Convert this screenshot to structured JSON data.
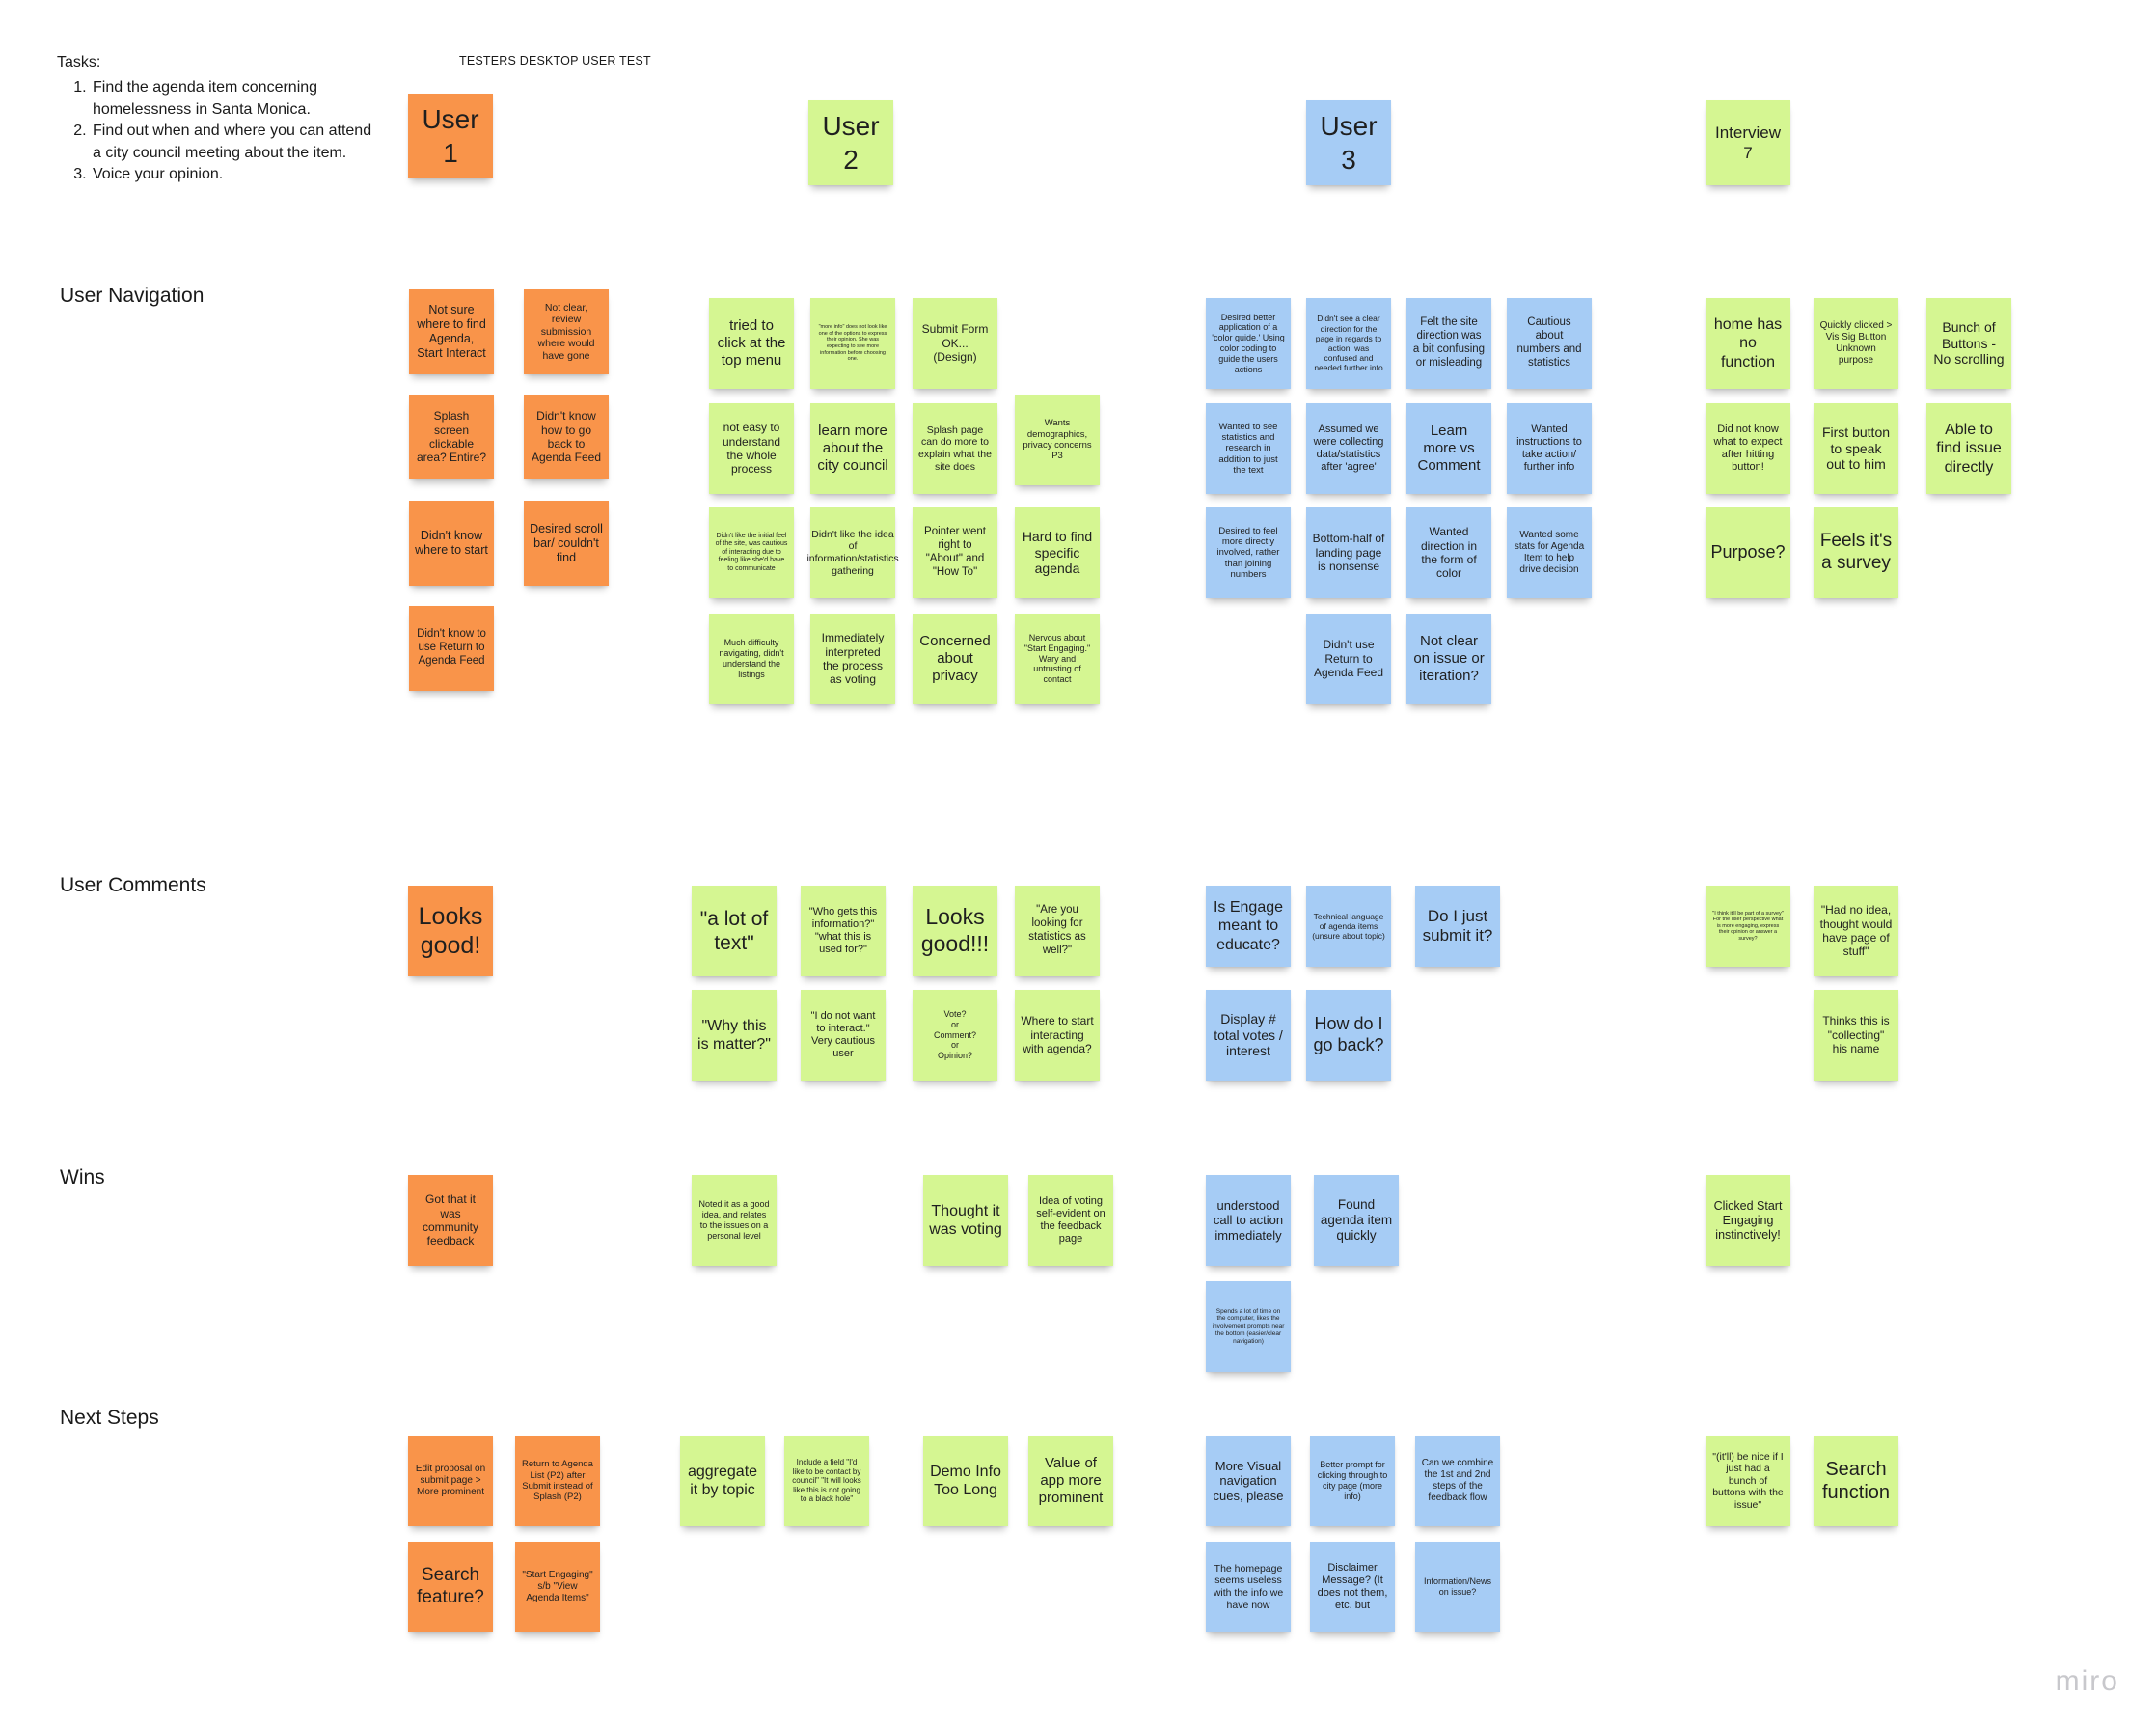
{
  "board": {
    "tasks_heading": "Tasks:",
    "tasks": [
      "Find the agenda item concerning homelessness in Santa Monica.",
      "Find out when and where you can attend a city council meeting about the item.",
      "Voice your opinion."
    ],
    "title": "TESTERS DESKTOP USER TEST",
    "logo": "miro"
  },
  "sections": {
    "navigation": "User Navigation",
    "comments": "User Comments",
    "wins": "Wins",
    "next_steps": "Next Steps"
  },
  "colors": {
    "orange": "#f9944a",
    "green": "#d5f692",
    "blue": "#a6ccf5"
  },
  "notes": [
    {
      "text": "User\n1",
      "color": "orange"
    },
    {
      "text": "User\n2",
      "color": "green"
    },
    {
      "text": "User\n3",
      "color": "blue"
    },
    {
      "text": "Interview\n7",
      "color": "green"
    },
    {
      "text": "Not sure where to find Agenda, Start Interact",
      "color": "orange"
    },
    {
      "text": "Not clear, review submission where would have gone",
      "color": "orange"
    },
    {
      "text": "Splash screen clickable area? Entire?",
      "color": "orange"
    },
    {
      "text": "Didn't know how to go back to Agenda Feed",
      "color": "orange"
    },
    {
      "text": "Didn't know where to start",
      "color": "orange"
    },
    {
      "text": "Desired scroll bar/ couldn't find",
      "color": "orange"
    },
    {
      "text": "Didn't know to use Return to Agenda Feed",
      "color": "orange"
    },
    {
      "text": "tried to click at the top menu",
      "color": "green"
    },
    {
      "text": "\"more info\" does not look like one of the options to express their opinion. She was expecting to see more information before choosing one.",
      "color": "green"
    },
    {
      "text": "Submit Form OK... (Design)",
      "color": "green"
    },
    {
      "text": "not easy to understand the whole process",
      "color": "green"
    },
    {
      "text": "learn more about the city council",
      "color": "green"
    },
    {
      "text": "Splash page can do more to explain what the site does",
      "color": "green"
    },
    {
      "text": "Wants demographics, privacy concerns P3",
      "color": "green"
    },
    {
      "text": "Didn't like the initial feel of the site, was cautious of interacting due to feeling like she'd have to communicate",
      "color": "green"
    },
    {
      "text": "Didn't like the idea of information/statistics gathering",
      "color": "green"
    },
    {
      "text": "Pointer went right to \"About\" and \"How To\"",
      "color": "green"
    },
    {
      "text": "Hard to find specific agenda",
      "color": "green"
    },
    {
      "text": "Much difficulty navigating, didn't understand the listings",
      "color": "green"
    },
    {
      "text": "Immediately interpreted the process as voting",
      "color": "green"
    },
    {
      "text": "Concerned about privacy",
      "color": "green"
    },
    {
      "text": "Nervous about \"Start Engaging.\" Wary and untrusting of contact",
      "color": "green"
    },
    {
      "text": "Desired better application of a 'color guide.' Using color coding to guide the users actions",
      "color": "blue"
    },
    {
      "text": "Didn't see a clear direction for the page in regards to action, was confused and needed further info",
      "color": "blue"
    },
    {
      "text": "Felt the site direction was a bit confusing or misleading",
      "color": "blue"
    },
    {
      "text": "Cautious about numbers and statistics",
      "color": "blue"
    },
    {
      "text": "Wanted to see statistics and research in addition to just the text",
      "color": "blue"
    },
    {
      "text": "Assumed we were collecting data/statistics after 'agree'",
      "color": "blue"
    },
    {
      "text": "Learn more vs Comment",
      "color": "blue"
    },
    {
      "text": "Wanted instructions to take action/ further info",
      "color": "blue"
    },
    {
      "text": "Desired to feel more directly involved, rather than joining numbers",
      "color": "blue"
    },
    {
      "text": "Bottom-half of landing page is nonsense",
      "color": "blue"
    },
    {
      "text": "Wanted direction in the form of color",
      "color": "blue"
    },
    {
      "text": "Wanted some stats for Agenda Item to help drive decision",
      "color": "blue"
    },
    {
      "text": "Didn't use Return to Agenda Feed",
      "color": "blue"
    },
    {
      "text": "Not clear on issue or iteration?",
      "color": "blue"
    },
    {
      "text": "home has no function",
      "color": "green"
    },
    {
      "text": "Quickly clicked > Vis Sig Button Unknown purpose",
      "color": "green"
    },
    {
      "text": "Bunch of Buttons - No scrolling",
      "color": "green"
    },
    {
      "text": "Did not know what to expect after hitting button!",
      "color": "green"
    },
    {
      "text": "First button to speak out to him",
      "color": "green"
    },
    {
      "text": "Able to find issue directly",
      "color": "green"
    },
    {
      "text": "Purpose?",
      "color": "green"
    },
    {
      "text": "Feels it's a survey",
      "color": "green"
    },
    {
      "text": "Looks good!",
      "color": "orange"
    },
    {
      "text": "\"a lot of text\"",
      "color": "green"
    },
    {
      "text": "\"Who gets this information?\" \"what this is used for?\"",
      "color": "green"
    },
    {
      "text": "Looks good!!!",
      "color": "green"
    },
    {
      "text": "\"Are you looking for statistics as well?\"",
      "color": "green"
    },
    {
      "text": "\"Why this is matter?\"",
      "color": "green"
    },
    {
      "text": "\"I do not want to interact.\" Very cautious user",
      "color": "green"
    },
    {
      "text": "Vote?\nor\nComment?\nor\nOpinion?",
      "color": "green"
    },
    {
      "text": "Where to start interacting with agenda?",
      "color": "green"
    },
    {
      "text": "Is Engage meant to educate?",
      "color": "blue"
    },
    {
      "text": "Technical language of agenda items (unsure about topic)",
      "color": "blue"
    },
    {
      "text": "Do I just submit it?",
      "color": "blue"
    },
    {
      "text": "Display # total votes / interest",
      "color": "blue"
    },
    {
      "text": "How do I go back?",
      "color": "blue"
    },
    {
      "text": "\"I think it'll be part of a survey\" For the user perspective what is more engaging, express their opinion or answer a survey?",
      "color": "green"
    },
    {
      "text": "\"Had no idea, thought would have page of stuff\"",
      "color": "green"
    },
    {
      "text": "Thinks this is \"collecting\" his name",
      "color": "green"
    },
    {
      "text": "Got that it was community feedback",
      "color": "orange"
    },
    {
      "text": "Noted it as a good idea, and relates to the issues on a personal level",
      "color": "green"
    },
    {
      "text": "Thought it was voting",
      "color": "green"
    },
    {
      "text": "Idea of voting self-evident on the feedback page",
      "color": "green"
    },
    {
      "text": "understood call to action immediately",
      "color": "blue"
    },
    {
      "text": "Found agenda item quickly",
      "color": "blue"
    },
    {
      "text": "Spends a lot of time on the computer, likes the involvement prompts near the bottom (easier/clear navigation)",
      "color": "blue"
    },
    {
      "text": "Clicked Start Engaging instinctively!",
      "color": "green"
    },
    {
      "text": "Edit proposal on submit page > More prominent",
      "color": "orange"
    },
    {
      "text": "Return to Agenda List (P2) after Submit instead of Splash (P2)",
      "color": "orange"
    },
    {
      "text": "Search feature?",
      "color": "orange"
    },
    {
      "text": "\"Start Engaging\" s/b \"View Agenda Items\"",
      "color": "orange"
    },
    {
      "text": "aggregate it by topic",
      "color": "green"
    },
    {
      "text": "Include a field \"I'd like to be contact by council\" \"It will looks like this is not going to a black hole\"",
      "color": "green"
    },
    {
      "text": "Demo Info Too Long",
      "color": "green"
    },
    {
      "text": "Value of app more prominent",
      "color": "green"
    },
    {
      "text": "More Visual navigation cues, please",
      "color": "blue"
    },
    {
      "text": "Better prompt for clicking through to city page (more info)",
      "color": "blue"
    },
    {
      "text": "Can we combine the 1st and 2nd steps of the feedback flow",
      "color": "blue"
    },
    {
      "text": "The homepage seems useless with the info we have now",
      "color": "blue"
    },
    {
      "text": "Disclaimer Message? (It does not them, etc. but",
      "color": "blue"
    },
    {
      "text": "Information/News on issue?",
      "color": "blue"
    },
    {
      "text": "\"(it'll) be nice if I just had a bunch of buttons with the issue\"",
      "color": "green"
    },
    {
      "text": "Search function",
      "color": "green"
    }
  ]
}
